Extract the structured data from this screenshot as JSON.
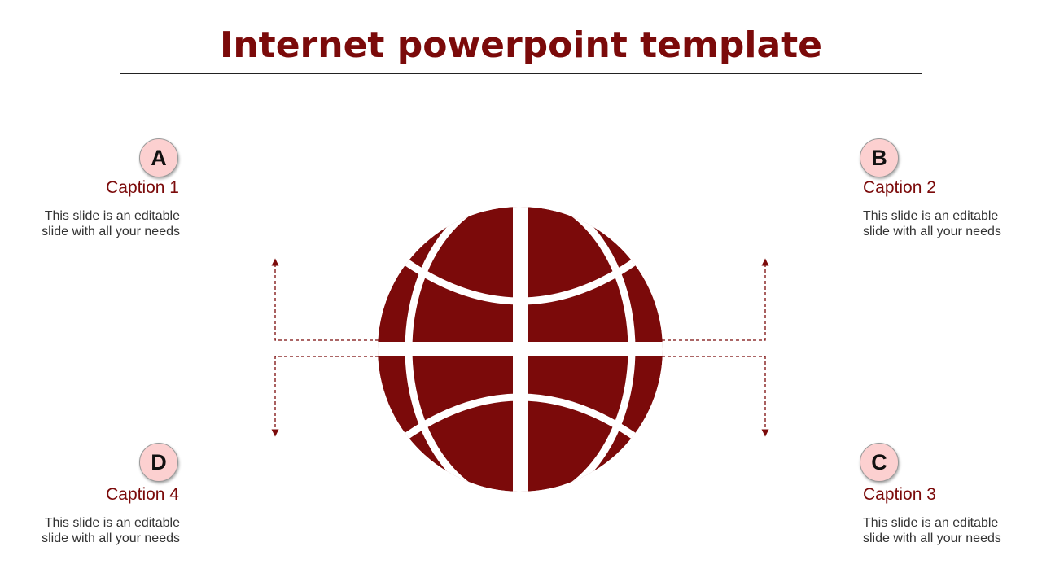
{
  "title": "Internet powerpoint template",
  "colors": {
    "accent": "#7b0a0a",
    "monitor_frame": "#0e2a38",
    "screen": "#fc9c9c",
    "screen_bar": "#b00000",
    "badge_fill": "#fcd0d0"
  },
  "items": [
    {
      "letter": "A",
      "caption": "Caption 1",
      "desc": "This slide is an editable slide with all your needs"
    },
    {
      "letter": "B",
      "caption": "Caption 2",
      "desc": "This slide is an editable slide with all your needs"
    },
    {
      "letter": "C",
      "caption": "Caption 3",
      "desc": "This slide is an editable slide with all your needs"
    },
    {
      "letter": "D",
      "caption": "Caption 4",
      "desc": "This slide is an editable slide with all your needs"
    }
  ],
  "icons": {
    "center": "globe-icon",
    "nodes": "monitor-icon"
  }
}
